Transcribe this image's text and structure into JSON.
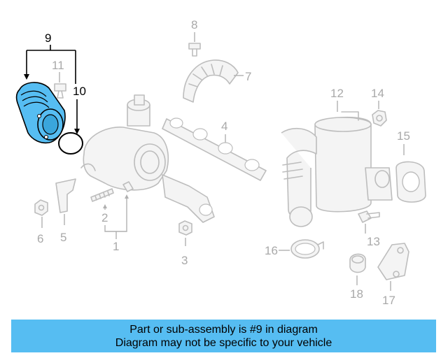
{
  "callouts": {
    "c1": "1",
    "c2": "2",
    "c3": "3",
    "c4": "4",
    "c5": "5",
    "c6": "6",
    "c7": "7",
    "c8": "8",
    "c9": "9",
    "c10": "10",
    "c11": "11",
    "c12": "12",
    "c13": "13",
    "c14": "14",
    "c15": "15",
    "c16": "16",
    "c17": "17",
    "c18": "18"
  },
  "highlight": {
    "part_number": "9",
    "color": "#56bdf2"
  },
  "banner": {
    "line1": "Part or sub-assembly is #9 in diagram",
    "line2": "Diagram may not be specific to your vehicle",
    "background": "#56bdf2"
  }
}
